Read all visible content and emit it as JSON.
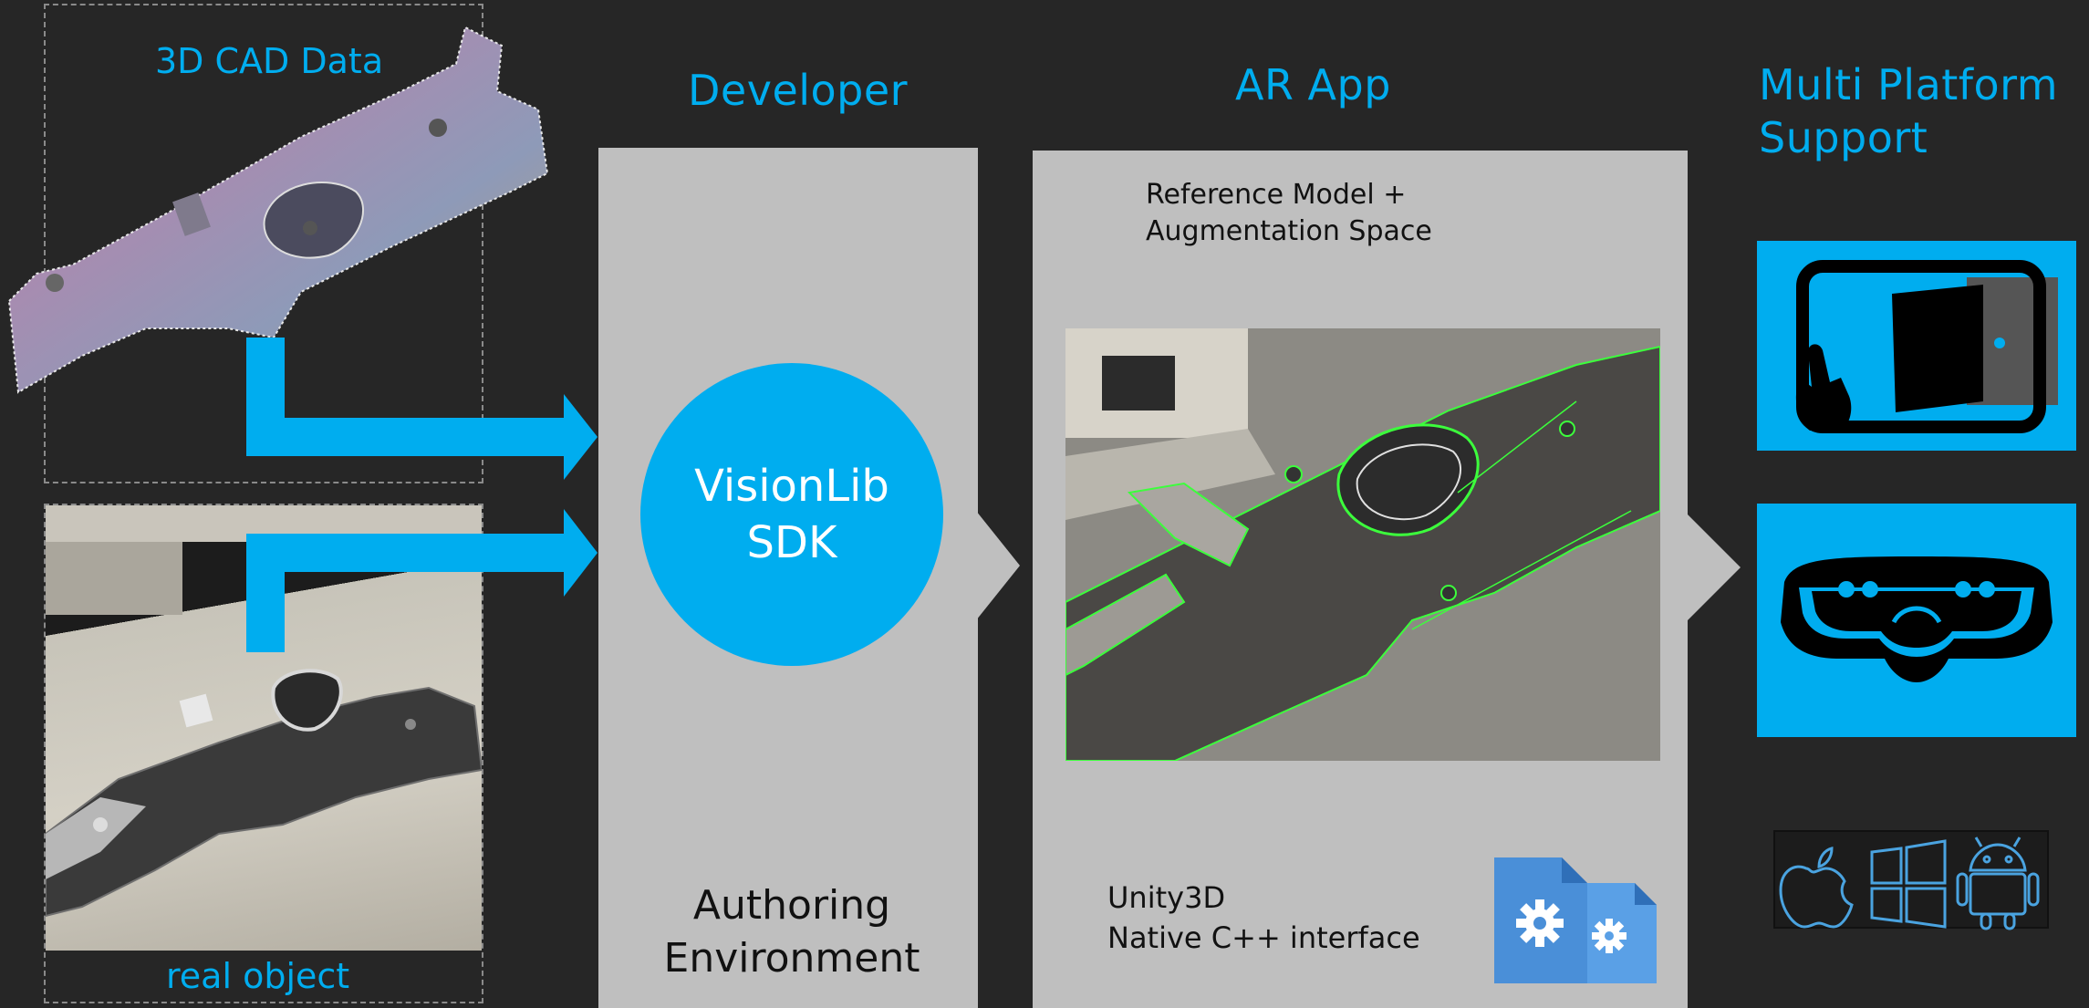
{
  "left": {
    "cad_label": "3D CAD Data",
    "real_label": "real object"
  },
  "developer": {
    "heading": "Developer",
    "sdk_line1": "VisionLib",
    "sdk_line2": "SDK",
    "authoring_line1": "Authoring",
    "authoring_line2": "Environment"
  },
  "ar_app": {
    "heading": "AR App",
    "reference_line1": "Reference Model +",
    "reference_line2": "Augmentation Space",
    "unity_line1": "Unity3D",
    "unity_line2": "Native C++ interface"
  },
  "platform": {
    "heading_line1": "Multi Platform",
    "heading_line2": "Support"
  },
  "colors": {
    "accent": "#00adef",
    "background": "#262626",
    "panel": "#bfbfbf",
    "outline_green": "#3cff3c"
  },
  "icons": [
    "tablet-icon",
    "hololens-icon",
    "apple-icon",
    "windows-icon",
    "android-icon",
    "gear-file-icon"
  ]
}
